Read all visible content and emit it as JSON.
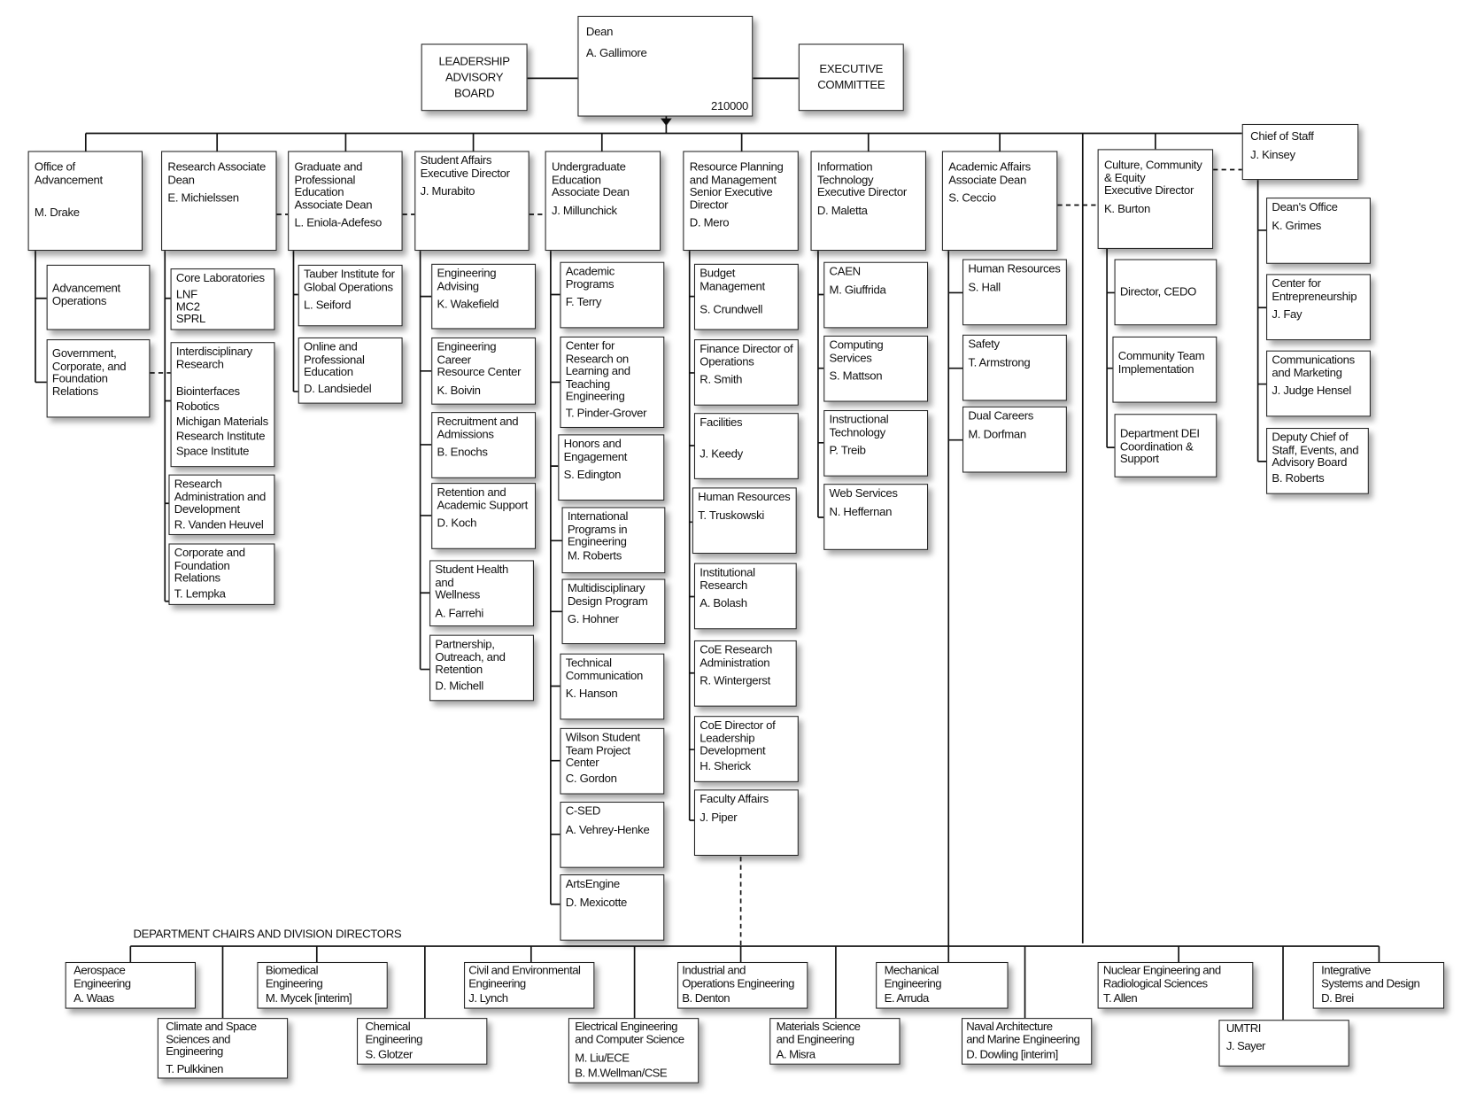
{
  "top": {
    "advisory": "LEADERSHIP\nADVISORY\nBOARD",
    "dean": {
      "title": "Dean",
      "person": "A. Gallimore",
      "code": "210000"
    },
    "executive": "EXECUTIVE\nCOMMITTEE"
  },
  "columns": [
    {
      "head": {
        "title": "Office of\nAdvancement",
        "person": "M. Drake"
      },
      "units": [
        {
          "title": "Advancement\nOperations",
          "person": ""
        },
        {
          "title": "Government,\nCorporate, and\nFoundation\nRelations",
          "person": ""
        }
      ]
    },
    {
      "head": {
        "title": "Research Associate\nDean",
        "person": "E. Michielssen"
      },
      "units": [
        {
          "title": "Core Laboratories",
          "person": "LNF\nMC2\nSPRL"
        },
        {
          "title": "Interdisciplinary\nResearch",
          "person": "Biointerfaces\nRobotics\nMichigan Materials\nResearch Institute\nSpace Institute"
        },
        {
          "title": "Research\nAdministration and\nDevelopment",
          "person": "R. Vanden Heuvel"
        },
        {
          "title": "Corporate and\nFoundation\nRelations",
          "person": "T. Lempka"
        }
      ]
    },
    {
      "head": {
        "title": "Graduate  and\nProfessional\nEducation\nAssociate Dean",
        "person": "L. Eniola-Adefeso"
      },
      "units": [
        {
          "title": "Tauber Institute for\nGlobal Operations",
          "person": "L. Seiford"
        },
        {
          "title": "Online and\nProfessional\nEducation",
          "person": "D. Landsiedel"
        }
      ]
    },
    {
      "head": {
        "title": "Student Affairs\nExecutive Director",
        "person": "J. Murabito"
      },
      "units": [
        {
          "title": "Engineering\nAdvising",
          "person": "K. Wakefield"
        },
        {
          "title": "Engineering Career\nResource Center",
          "person": "K. Boivin"
        },
        {
          "title": "Recruitment and\nAdmissions",
          "person": "B. Enochs"
        },
        {
          "title": "Retention and\nAcademic Support",
          "person": "D. Koch"
        },
        {
          "title": "Student Health and\nWellness",
          "person": "A. Farrehi"
        },
        {
          "title": "Partnership,\nOutreach, and\nRetention",
          "person": "D. Michell"
        }
      ]
    },
    {
      "head": {
        "title": "Undergraduate\nEducation\nAssociate Dean",
        "person": "J. Millunchick"
      },
      "units": [
        {
          "title": "Academic\nPrograms",
          "person": "F. Terry"
        },
        {
          "title": "Center for\nResearch on\nLearning and\nTeaching\nEngineering",
          "person": "T. Pinder-Grover"
        },
        {
          "title": "Honors and\nEngagement",
          "person": "S. Edington"
        },
        {
          "title": "International\nPrograms in\nEngineering",
          "person": "M. Roberts"
        },
        {
          "title": "Multidisciplinary\nDesign Program",
          "person": "G. Hohner"
        },
        {
          "title": "Technical\nCommunication",
          "person": "K. Hanson"
        },
        {
          "title": "Wilson Student\nTeam Project\nCenter",
          "person": "C. Gordon"
        },
        {
          "title": "C-SED",
          "person": "A. Vehrey-Henke"
        },
        {
          "title": "ArtsEngine",
          "person": "D. Mexicotte"
        }
      ]
    },
    {
      "head": {
        "title": "Resource Planning\nand Management\nSenior Executive\nDirector",
        "person": "D. Mero"
      },
      "units": [
        {
          "title": "Budget\nManagement",
          "person": "S. Crundwell"
        },
        {
          "title": "Finance Director of\nOperations",
          "person": "R. Smith"
        },
        {
          "title": "Facilities",
          "person": "J. Keedy"
        },
        {
          "title": "Human Resources",
          "person": "T. Truskowski"
        },
        {
          "title": "Institutional\nResearch",
          "person": "A. Bolash"
        },
        {
          "title": "CoE Research\nAdministration",
          "person": "R. Wintergerst"
        },
        {
          "title": "CoE Director of\nLeadership\nDevelopment",
          "person": "H. Sherick"
        },
        {
          "title": "Faculty Affairs",
          "person": "J. Piper"
        }
      ]
    },
    {
      "head": {
        "title": "Information\nTechnology\nExecutive Director",
        "person": "D. Maletta"
      },
      "units": [
        {
          "title": "CAEN",
          "person": "M. Giuffrida"
        },
        {
          "title": "Computing\nServices",
          "person": "S. Mattson"
        },
        {
          "title": "Instructional\nTechnology",
          "person": "P. Treib"
        },
        {
          "title": "Web Services",
          "person": "N. Heffernan"
        }
      ]
    },
    {
      "head": {
        "title": "Academic Affairs\nAssociate Dean",
        "person": "S. Ceccio"
      },
      "units": [
        {
          "title": "Human Resources",
          "person": "S. Hall"
        },
        {
          "title": "Safety",
          "person": "T. Armstrong"
        },
        {
          "title": "Dual Careers",
          "person": "M. Dorfman"
        }
      ]
    },
    {
      "head": {
        "title": "Culture, Community\n& Equity\nExecutive Director",
        "person": "K. Burton"
      },
      "units": [
        {
          "title": "Director, CEDO",
          "person": ""
        },
        {
          "title": "Community Team\nImplementation",
          "person": ""
        },
        {
          "title": "Department DEI\nCoordination &\nSupport",
          "person": ""
        }
      ]
    },
    {
      "head": {
        "title": "Chief of Staff",
        "person": "J. Kinsey"
      },
      "units": [
        {
          "title": "Dean's Office",
          "person": "K. Grimes"
        },
        {
          "title": "Center for\nEntrepreneurship",
          "person": "J. Fay"
        },
        {
          "title": "Communications\nand Marketing",
          "person": "J. Judge Hensel"
        },
        {
          "title": "Deputy Chief of\nStaff, Events, and\nAdvisory Board",
          "person": "B. Roberts"
        }
      ]
    }
  ],
  "departments": {
    "label": "DEPARTMENT CHAIRS AND DIVISION DIRECTORS",
    "items": [
      {
        "title": "Aerospace\nEngineering",
        "person": "A. Waas"
      },
      {
        "title": "Biomedical\nEngineering",
        "person": "M. Mycek [interim]"
      },
      {
        "title": "Civil and Environmental\nEngineering",
        "person": "J. Lynch"
      },
      {
        "title": "Industrial and\nOperations Engineering",
        "person": "B. Denton"
      },
      {
        "title": "Mechanical\nEngineering",
        "person": "E. Arruda"
      },
      {
        "title": "Nuclear Engineering and\nRadiological Sciences",
        "person": "T. Allen"
      },
      {
        "title": "Integrative\nSystems and Design",
        "person": "D. Brei"
      },
      {
        "title": "Climate and Space\nSciences and\nEngineering",
        "person": "T. Pulkkinen"
      },
      {
        "title": "Chemical\nEngineering",
        "person": "S. Glotzer"
      },
      {
        "title": "Electrical Engineering\nand Computer Science",
        "person": "M. Liu/ECE\nB. M.Wellman/CSE"
      },
      {
        "title": "Materials Science\nand Engineering",
        "person": "A. Misra"
      },
      {
        "title": "Naval Architecture\nand Marine Engineering",
        "person": "D. Dowling [interim]"
      },
      {
        "title": "UMTRI",
        "person": "J. Sayer"
      }
    ]
  }
}
